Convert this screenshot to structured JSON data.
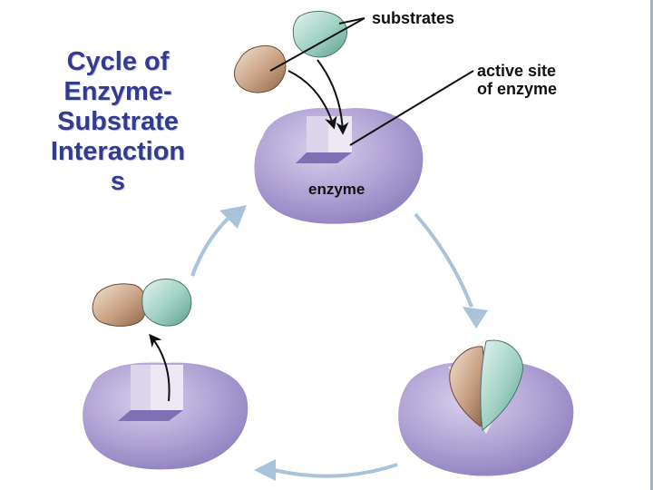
{
  "title": {
    "lines": [
      "Cycle of",
      "Enzyme-",
      "Substrate",
      "Interaction",
      "s"
    ]
  },
  "labels": {
    "substrates": "substrates",
    "active_site_line1": "active site",
    "active_site_line2": "of enzyme",
    "enzyme": "enzyme"
  },
  "colors": {
    "title": "#333a8f",
    "enzyme": "#a596cc",
    "enzyme_light": "#d9d0ec",
    "active_site_cut": "#ece8f4",
    "substrate_brown": "#b48a6c",
    "substrate_green": "#8ec4b6",
    "cycle_arrow": "#a9c3da",
    "callout_line": "#111111"
  }
}
